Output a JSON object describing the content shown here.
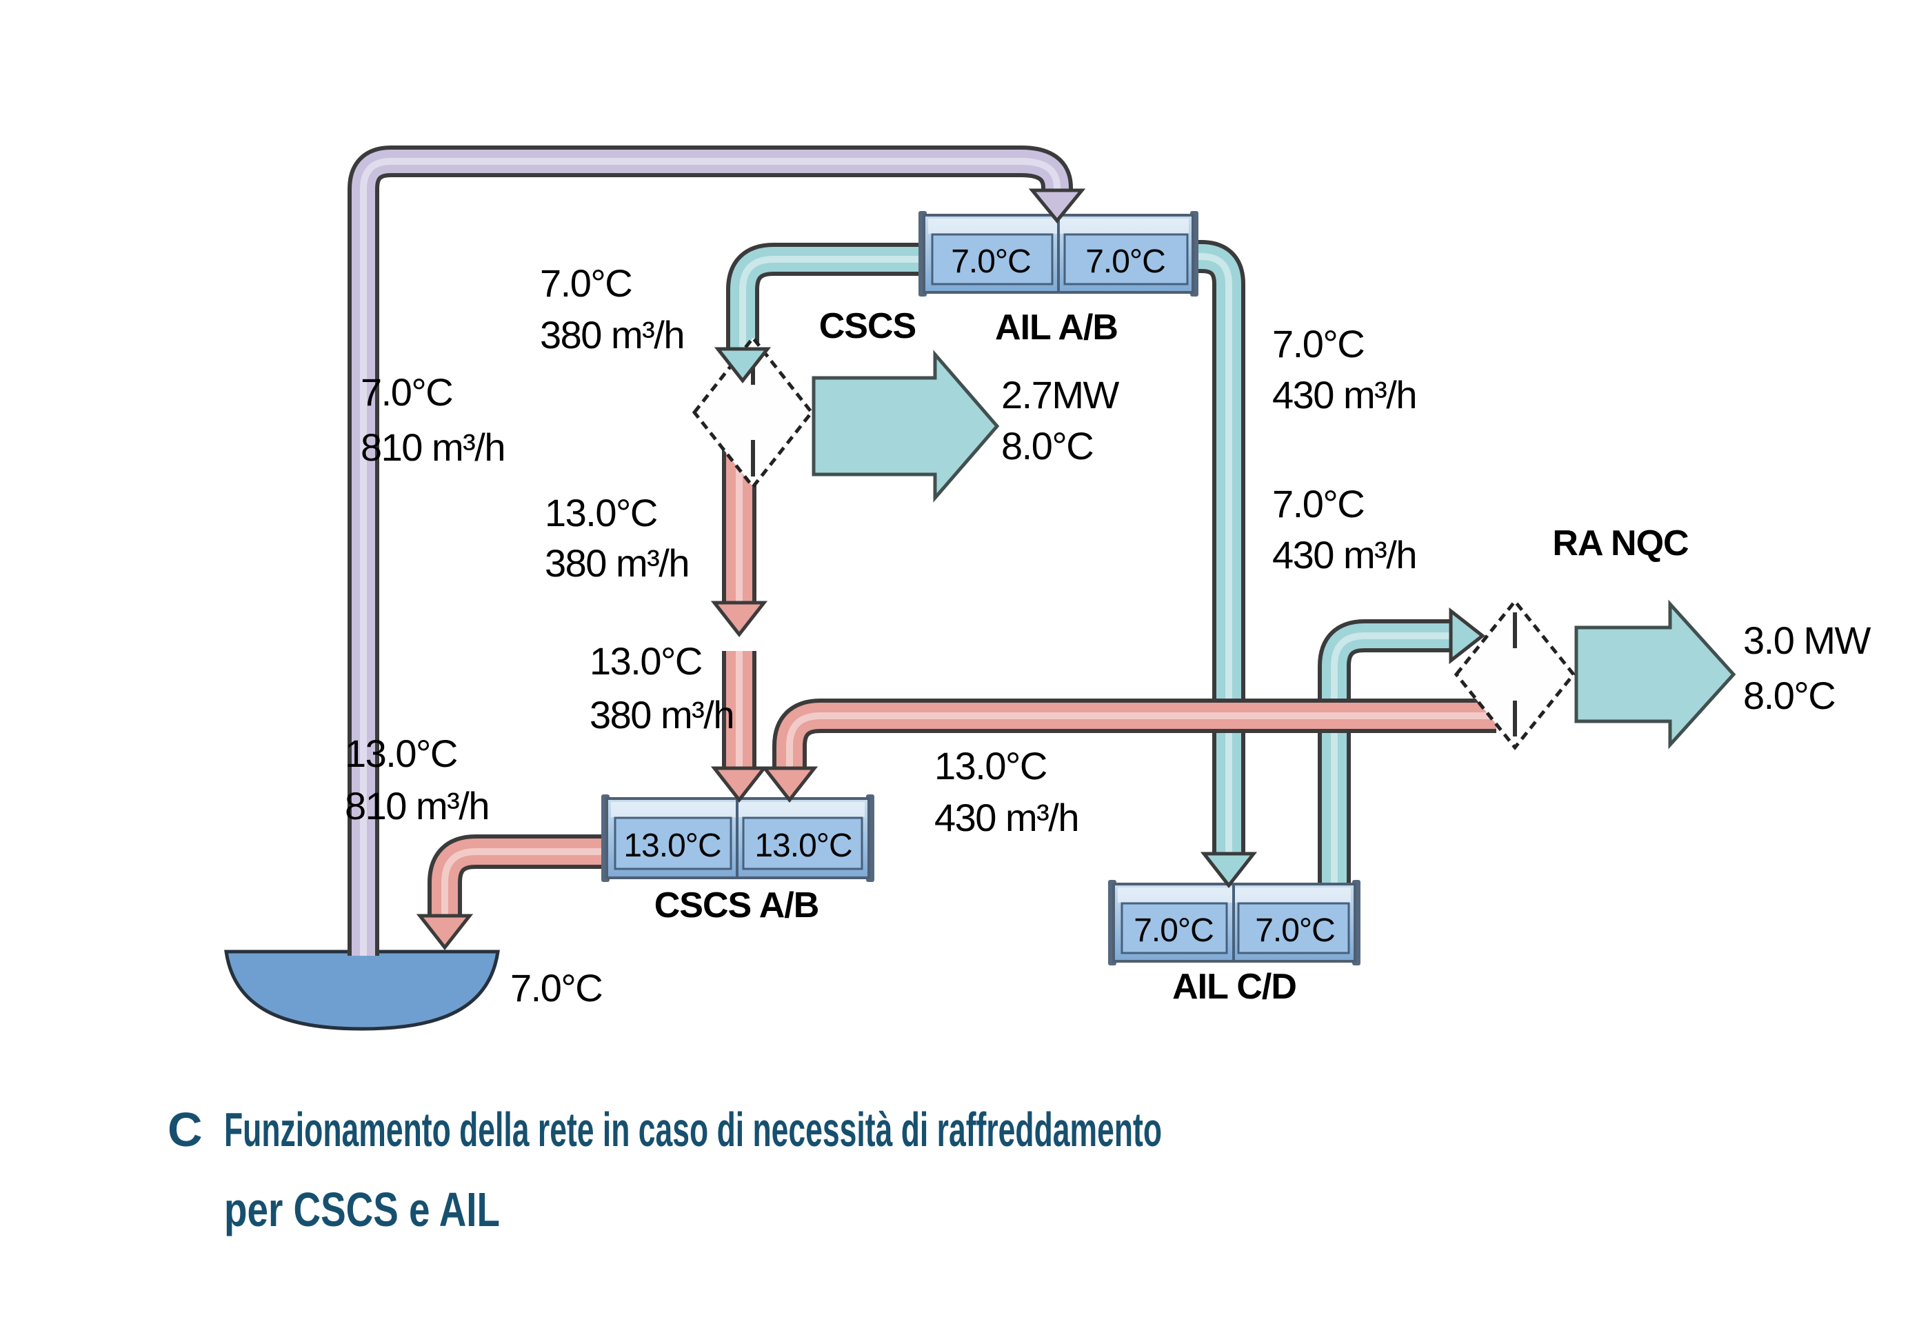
{
  "colors": {
    "cold_pipe": "#9fd4d8",
    "warm_pipe": "#e8a19b",
    "source_pipe": "#c9c0de",
    "fat_arrow": "#a5d6d9",
    "outline": "#3b3b3b",
    "box_fill_top": "#c9def0",
    "box_fill_bottom": "#7fa9d4",
    "basin": "#6f9fd0",
    "caption_text": "#17506f"
  },
  "units": {
    "ail_ab": {
      "label": "AIL A/B",
      "cells": [
        "7.0°C",
        "7.0°C"
      ]
    },
    "cscs_ab": {
      "label": "CSCS A/B",
      "cells": [
        "13.0°C",
        "13.0°C"
      ]
    },
    "ail_cd": {
      "label": "AIL C/D",
      "cells": [
        "7.0°C",
        "7.0°C"
      ]
    }
  },
  "exchangers": {
    "cscs": {
      "label": "CSCS",
      "output_power": "2.7MW",
      "output_temp": "8.0°C"
    },
    "ra_nqc": {
      "label": "RA NQC",
      "output_power": "3.0 MW",
      "output_temp": "8.0°C"
    }
  },
  "flows": {
    "lake_supply": {
      "temp": "7.0°C",
      "rate": "810 m³/h"
    },
    "cscs_supply": {
      "temp": "7.0°C",
      "rate": "380 m³/h"
    },
    "cscs_return_upper": {
      "temp": "13.0°C",
      "rate": "380 m³/h"
    },
    "cscs_return_lower": {
      "temp": "13.0°C",
      "rate": "380 m³/h"
    },
    "lake_return": {
      "temp": "13.0°C",
      "rate": "810 m³/h"
    },
    "ranqc_return": {
      "temp": "13.0°C",
      "rate": "430 m³/h"
    },
    "ail_supply": {
      "temp": "7.0°C",
      "rate": "430 m³/h"
    },
    "ranqc_supply": {
      "temp": "7.0°C",
      "rate": "430 m³/h"
    },
    "lake_temp": "7.0°C"
  },
  "caption": {
    "index": "C",
    "line1": "Funzionamento della rete in caso di necessità di raffreddamento",
    "line2": "per CSCS e AIL"
  }
}
